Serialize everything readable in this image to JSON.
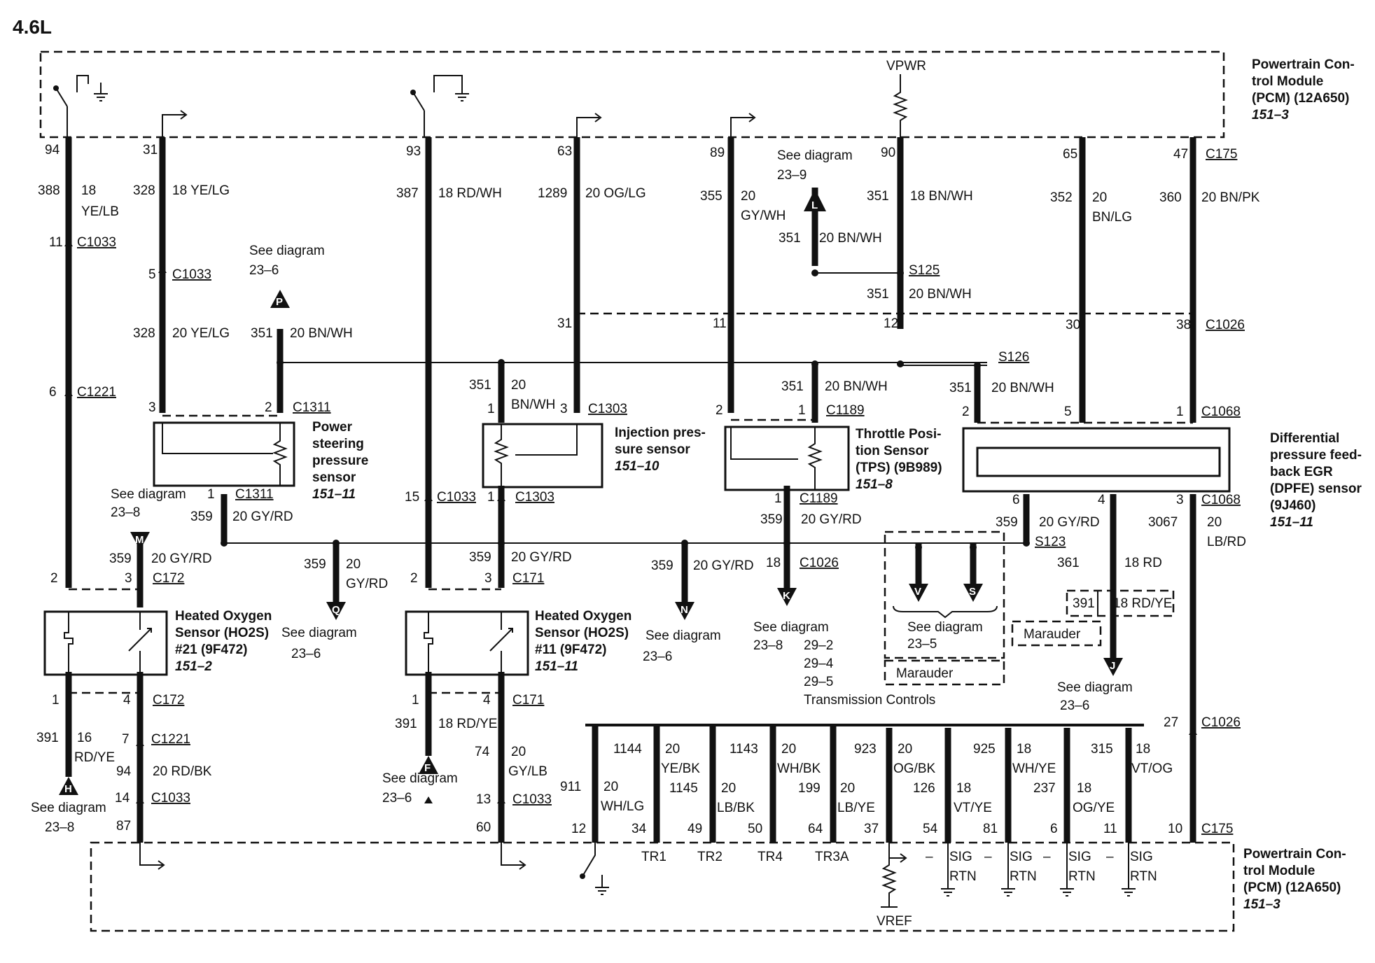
{
  "engine_label": "4.6L",
  "pcm_top": [
    "Powertrain Con-",
    "trol Module",
    "(PCM) (12A650)",
    "151–3"
  ],
  "pcm_bottom": [
    "Powertrain Con-",
    "trol Module",
    "(PCM) (12A650)",
    "151–3"
  ],
  "vpwr": "VPWR",
  "vref": "VREF",
  "components": {
    "ps_sensor": [
      "Power",
      "steering",
      "pressure",
      "sensor",
      "151–11"
    ],
    "inj_sensor": [
      "Injection pres-",
      "sure sensor",
      "151–10"
    ],
    "tps": [
      "Throttle Posi-",
      "tion Sensor",
      "(TPS) (9B989)",
      "151–8"
    ],
    "dpfe": [
      "Differential",
      "pressure feed-",
      "back EGR",
      "(DPFE) sensor",
      "(9J460)",
      "151–11"
    ],
    "ho2s21": [
      "Heated Oxygen",
      "Sensor (HO2S)",
      "#21 (9F472)",
      "151–2"
    ],
    "ho2s11": [
      "Heated Oxygen",
      "Sensor (HO2S)",
      "#11 (9F472)",
      "151–11"
    ]
  },
  "pins": {
    "p94": "94",
    "p31": "31",
    "p93": "93",
    "p63": "63",
    "p89": "89",
    "p90": "90",
    "p65": "65",
    "p47": "47",
    "p11a": "11",
    "p5": "5",
    "p6": "6",
    "p3a": "3",
    "p2a": "2",
    "p1a": "1",
    "p31b": "31",
    "p11b": "11",
    "p12": "12",
    "p30": "30",
    "p38": "38",
    "p1b": "1",
    "p3b": "3",
    "p2b": "2",
    "p1c": "1",
    "p2c": "2",
    "p5c": "5",
    "p1d": "1",
    "p15": "15",
    "p1e": "1",
    "p6b": "6",
    "p4b": "4",
    "p3c": "3",
    "p2d": "2",
    "p3d": "3",
    "p2e": "2",
    "p3e": "3",
    "p1f": "1",
    "p4f": "4",
    "p7": "7",
    "p14": "14",
    "p87": "87",
    "p1g": "1",
    "p4g": "4",
    "p13": "13",
    "p60": "60",
    "p18": "18",
    "p27": "27",
    "p10": "10",
    "b12": "12",
    "b34": "34",
    "b49": "49",
    "b50": "50",
    "b64": "64",
    "b37": "37",
    "b54": "54",
    "b81": "81",
    "b6": "6",
    "b11": "11"
  },
  "circuits": {
    "c388": "388",
    "c328a": "328",
    "c387": "387",
    "c1289": "1289",
    "c355": "355",
    "c351a": "351",
    "c352": "352",
    "c360": "360",
    "c328b": "328",
    "c351b": "351",
    "c351c": "351",
    "c351d": "351",
    "c351e": "351",
    "c351f": "351",
    "c351g": "351",
    "c359a": "359",
    "c359b": "359",
    "c359c": "359",
    "c359d": "359",
    "c359e": "359",
    "c359f": "359",
    "c359g": "359",
    "c361": "361",
    "c3067": "3067",
    "c391a": "391",
    "c391b": "391",
    "c391c": "391",
    "c94": "94",
    "c74": "74",
    "c911": "911",
    "c1144": "1144",
    "c1145": "1145",
    "c1143": "1143",
    "c199": "199",
    "c923": "923",
    "c126": "126",
    "c925": "925",
    "c237": "237",
    "c315": "315"
  },
  "wires": {
    "w388": [
      "18",
      "YE/LB"
    ],
    "w328a": "18 YE/LG",
    "w387": "18 RD/WH",
    "w1289": "20 OG/LG",
    "w355": [
      "20",
      "GY/WH"
    ],
    "w351a": "18 BN/WH",
    "w352": [
      "20",
      "BN/LG"
    ],
    "w360": "20 BN/PK",
    "w328b": "20 YE/LG",
    "w351b": "20 BN/WH",
    "w351c": "20 BN/WH",
    "w351d": "20 BN/WH",
    "w351e": [
      "20",
      "BN/WH"
    ],
    "w351f": "20 BN/WH",
    "w351g": "20 BN/WH",
    "w359a": "20 GY/RD",
    "w359b": "20 GY/RD",
    "w359c": [
      "20",
      "GY/RD"
    ],
    "w359d": "20 GY/RD",
    "w359e": "20 GY/RD",
    "w359f": "20 GY/RD",
    "w359g": "20 GY/RD",
    "w361": "18 RD",
    "w3067": [
      "20",
      "LB/RD"
    ],
    "w391a": [
      "16",
      "RD/YE"
    ],
    "w391b": "18 RD/YE",
    "w391c": "18 RD/YE",
    "w94": "20 RD/BK",
    "w74": [
      "20",
      "GY/LB"
    ],
    "w911": [
      "20",
      "WH/LG"
    ],
    "w1144": [
      "20",
      "YE/BK"
    ],
    "w1145": [
      "20",
      "LB/BK"
    ],
    "w1143": [
      "20",
      "WH/BK"
    ],
    "w199": [
      "20",
      "LB/YE"
    ],
    "w923": [
      "20",
      "OG/BK"
    ],
    "w126": [
      "18",
      "VT/YE"
    ],
    "w925": [
      "18",
      "WH/YE"
    ],
    "w237": [
      "18",
      "OG/YE"
    ],
    "w315": [
      "18",
      "VT/OG"
    ]
  },
  "connectors": {
    "c175a": "C175",
    "c1033a": "C1033",
    "c1033b": "C1033",
    "c1221a": "C1221",
    "c1311a": "C1311",
    "c1311b": "C1311",
    "c1303a": "C1303",
    "c1303b": "C1303",
    "c1189a": "C1189",
    "c1189b": "C1189",
    "c1068a": "C1068",
    "c1068b": "C1068",
    "c1026a": "C1026",
    "c1026b": "C1026",
    "c1026c": "C1026",
    "c1033c": "C1033",
    "c172a": "C172",
    "c171a": "C171",
    "c172b": "C172",
    "c1221b": "C1221",
    "c1033d": "C1033",
    "c171b": "C171",
    "c1033e": "C1033",
    "c175b": "C175",
    "s125": "S125",
    "s126": "S126",
    "s123": "S123"
  },
  "refs": {
    "seeP": [
      "See diagram",
      "23–6"
    ],
    "see239": [
      "See diagram",
      "23–9"
    ],
    "seeM": [
      "See diagram",
      "23–8"
    ],
    "seeQ": [
      "See diagram",
      "23–6"
    ],
    "seeN": [
      "See diagram",
      "23–6"
    ],
    "seeK": [
      "See diagram",
      "23–8",
      "29–2",
      "29–4",
      "29–5"
    ],
    "trans": "Transmission Controls",
    "seeVS": [
      "See diagram",
      "23–5"
    ],
    "seeJ": [
      "See diagram",
      "23–6"
    ],
    "seeH": [
      "See diagram",
      "23–8"
    ],
    "seeF": [
      "See diagram",
      "23–6"
    ]
  },
  "markers": {
    "P": "P",
    "L": "L",
    "M": "M",
    "Q": "Q",
    "N": "N",
    "K": "K",
    "V": "V",
    "S": "S",
    "J": "J",
    "H": "H",
    "F": "F"
  },
  "marauder": [
    "Marauder",
    "Marauder"
  ],
  "opt_wire": {
    "circuit": "391",
    "label": "18 RD/YE"
  },
  "bottom_pins": [
    "TR1",
    "TR2",
    "TR4",
    "TR3A",
    "SIG",
    "RTN",
    "SIG",
    "RTN",
    "SIG",
    "RTN",
    "SIG",
    "RTN"
  ]
}
